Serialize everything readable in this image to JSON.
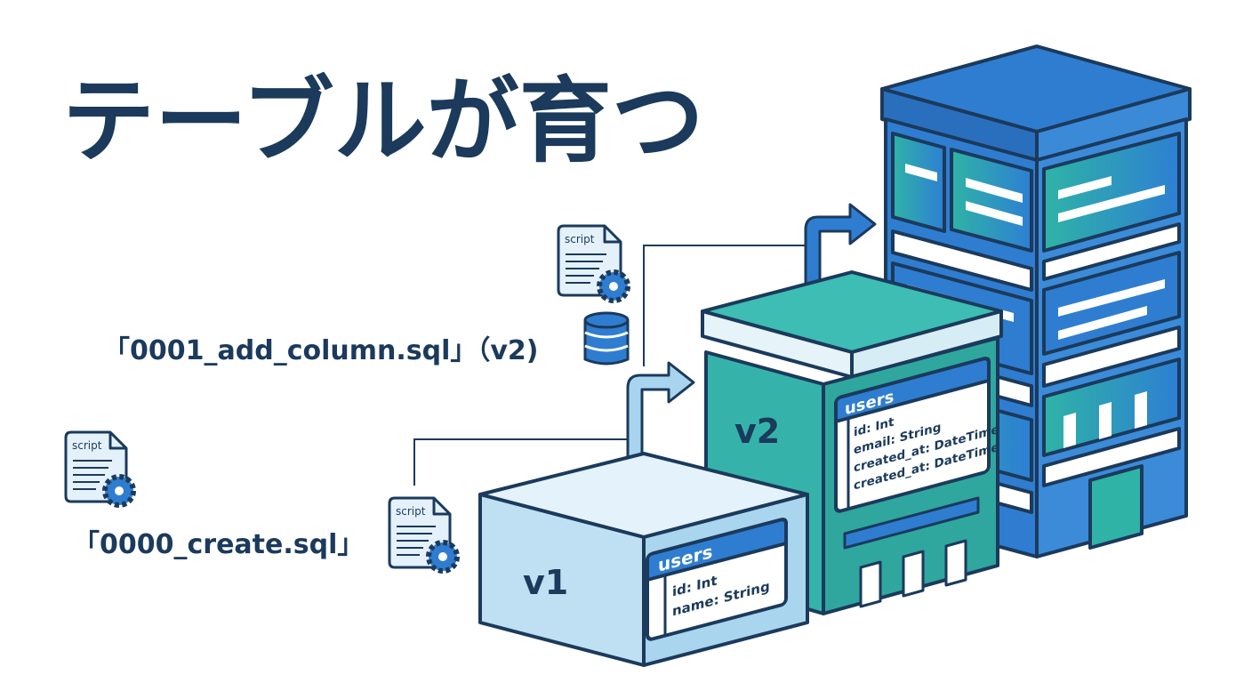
{
  "title": "テーブルが育つ",
  "scripts": {
    "icon_label": "script",
    "create_label": "「0000_create.sql」",
    "add_column_label": "「0001_add_column.sql」（v2)"
  },
  "v1": {
    "label": "v1",
    "table": {
      "name": "users",
      "fields": [
        "id: Int",
        "name: String"
      ]
    }
  },
  "v2": {
    "label": "v2",
    "table": {
      "name": "users",
      "fields": [
        "id: Int",
        "email: String",
        "created_at: DateTime",
        "created_at: DateTime"
      ]
    }
  },
  "colors": {
    "navy": "#1b3a5c",
    "v1_fill": "#bfe0f2",
    "v1_top": "#e4f2fb",
    "v2_fill": "#35b3aa",
    "v2_top": "#3dbdb3",
    "tower_blue": "#2f7dd0",
    "table_header": "#2f7dd0",
    "arrow_fill": "#a8d4ef"
  }
}
